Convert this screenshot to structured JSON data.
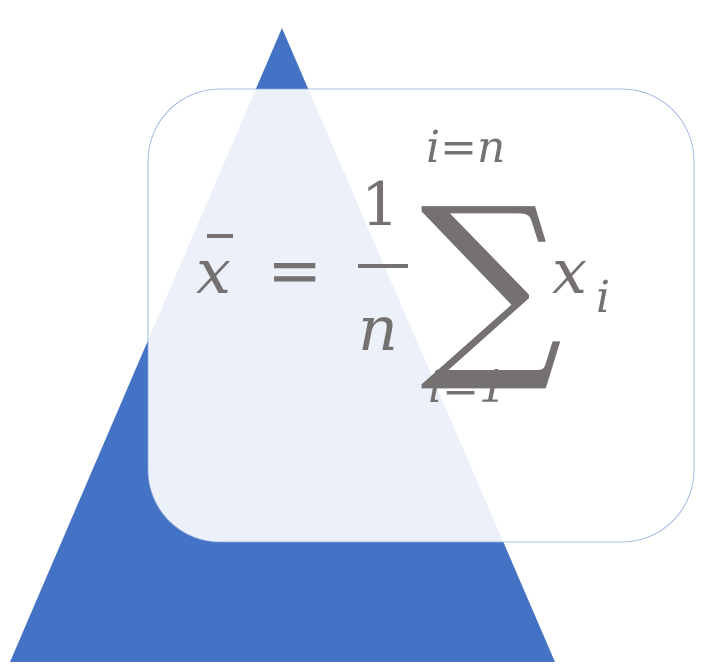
{
  "formula": {
    "lhs_var": "x",
    "equals": "=",
    "numerator": "1",
    "denominator": "n",
    "sigma": "∑",
    "upper_limit": "i=n",
    "lower_limit": "i=1",
    "summand_var": "x",
    "summand_sub": "i"
  },
  "colors": {
    "triangle": "#4472c4",
    "card_fill": "#ffffff",
    "card_border": "#8faadc",
    "text": "#757171"
  }
}
